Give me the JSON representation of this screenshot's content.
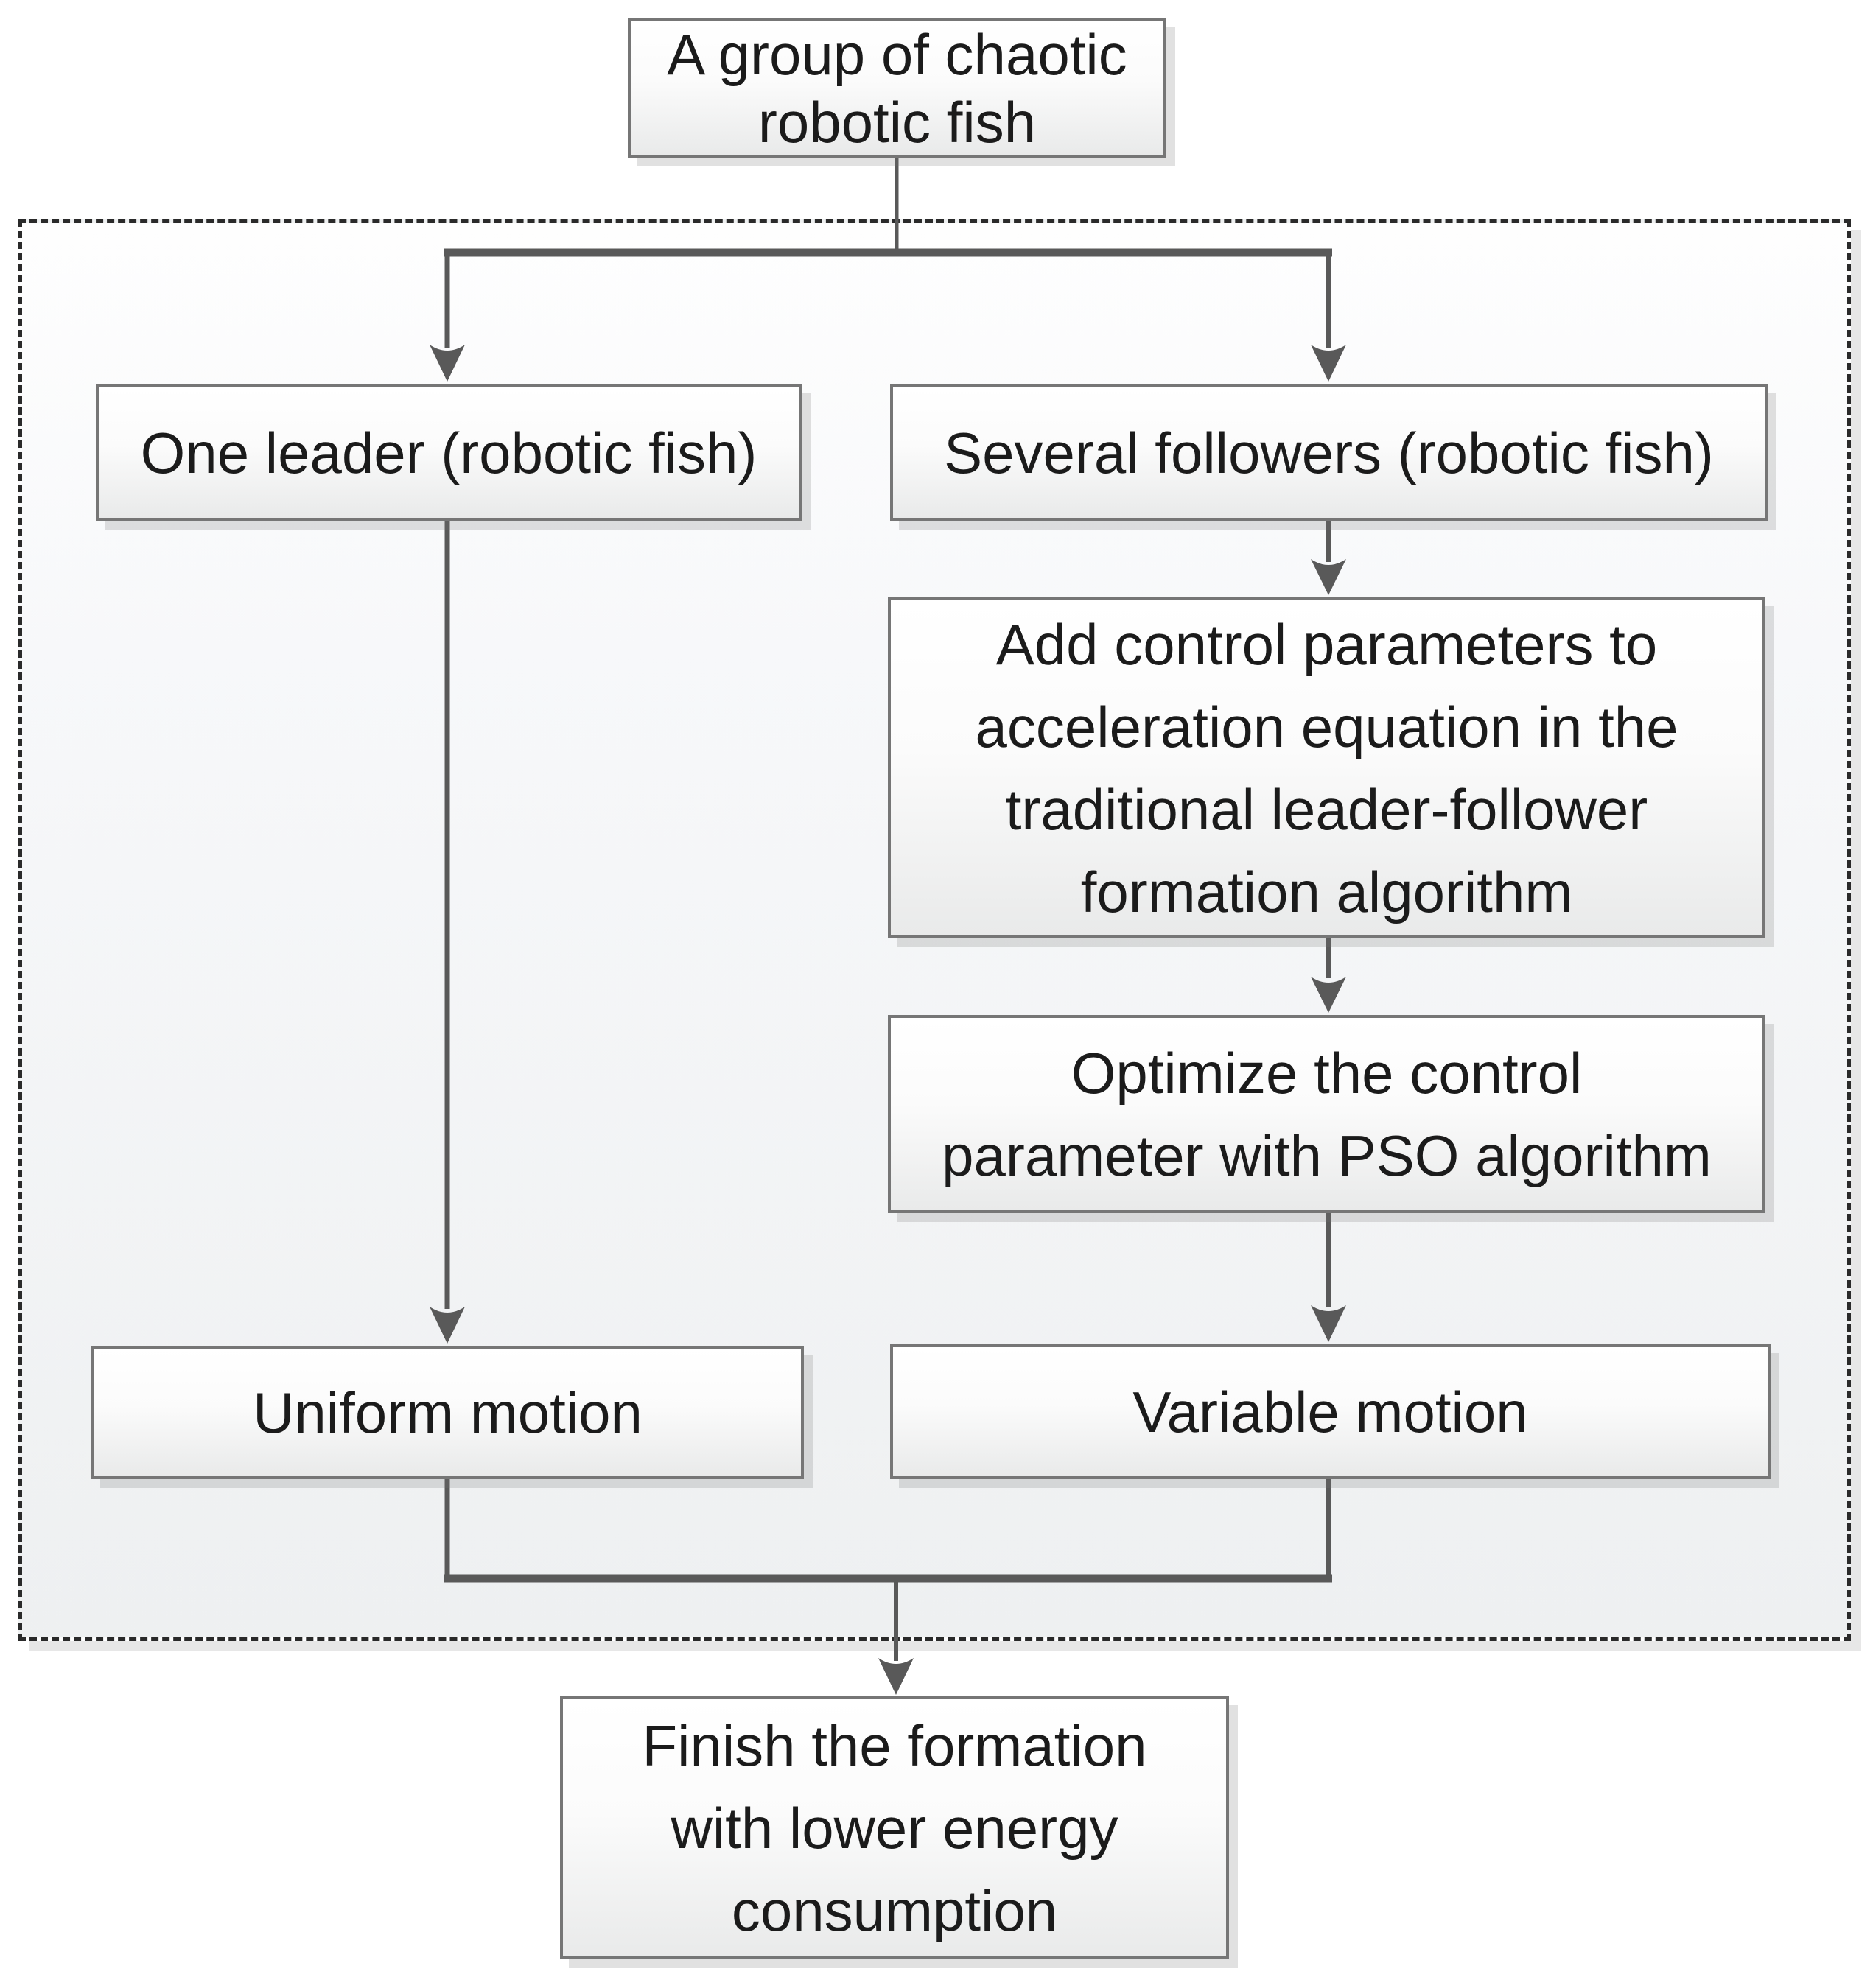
{
  "diagram": {
    "nodes": {
      "start": {
        "label": "A group of chaotic\nrobotic fish"
      },
      "leader": {
        "label": "One leader (robotic fish)"
      },
      "followers": {
        "label": "Several followers (robotic fish)"
      },
      "add_params": {
        "label": "Add control parameters to\nacceleration equation in the\ntraditional leader-follower\nformation algorithm"
      },
      "optimize": {
        "label": "Optimize the control\nparameter with PSO algorithm"
      },
      "uniform": {
        "label": "Uniform motion"
      },
      "variable": {
        "label": "Variable motion"
      },
      "finish": {
        "label": "Finish the formation\nwith lower energy\nconsumption"
      }
    },
    "edges": [
      {
        "from": "start",
        "to": "leader"
      },
      {
        "from": "start",
        "to": "followers"
      },
      {
        "from": "followers",
        "to": "add_params"
      },
      {
        "from": "add_params",
        "to": "optimize"
      },
      {
        "from": "optimize",
        "to": "variable"
      },
      {
        "from": "leader",
        "to": "uniform"
      },
      {
        "from": "uniform",
        "to": "finish"
      },
      {
        "from": "variable",
        "to": "finish"
      }
    ],
    "colors": {
      "connector": "#595959",
      "box_border": "#767676",
      "dashed_border": "#2a2a2a",
      "text": "#1b1b1b",
      "box_fill_top": "#ffffff",
      "box_fill_bottom": "#e9eaea"
    }
  }
}
